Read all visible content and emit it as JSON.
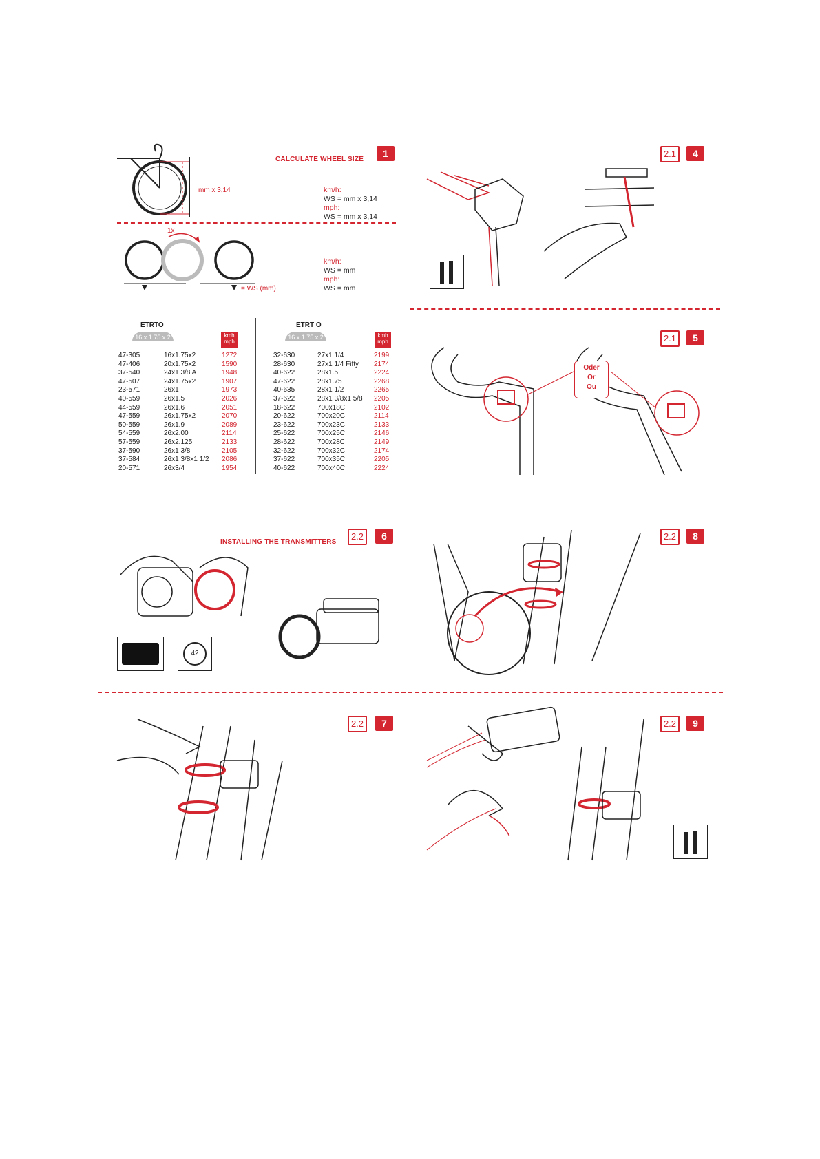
{
  "section1": {
    "badge": "1",
    "title": "CALCULATE WHEEL SIZE",
    "measure_label": "mm x 3,14",
    "rotation_label": "1x",
    "ws_label": "= WS (mm)",
    "block1": {
      "kmh": "km/h:",
      "kmh_formula": "WS = mm x 3,14",
      "mph": "mph:",
      "mph_formula": "WS = mm x 3,14"
    },
    "block2": {
      "kmh": "km/h:",
      "kmh_formula": "WS = mm",
      "mph": "mph:",
      "mph_formula": "WS = mm"
    }
  },
  "etrto_left": {
    "header": "ETRTO",
    "scale": "16 x 1.75 x 2",
    "unit_top": "kmh",
    "unit_bottom": "mph",
    "rows": [
      [
        "47-305",
        "16x1.75x2",
        "1272"
      ],
      [
        "47-406",
        "20x1.75x2",
        "1590"
      ],
      [
        "37-540",
        "24x1 3/8 A",
        "1948"
      ],
      [
        "47-507",
        "24x1.75x2",
        "1907"
      ],
      [
        "23-571",
        "26x1",
        "1973"
      ],
      [
        "40-559",
        "26x1.5",
        "2026"
      ],
      [
        "44-559",
        "26x1.6",
        "2051"
      ],
      [
        "47-559",
        "26x1.75x2",
        "2070"
      ],
      [
        "50-559",
        "26x1.9",
        "2089"
      ],
      [
        "54-559",
        "26x2.00",
        "2114"
      ],
      [
        "57-559",
        "26x2.125",
        "2133"
      ],
      [
        "37-590",
        "26x1 3/8",
        "2105"
      ],
      [
        "37-584",
        "26x1 3/8x1 1/2",
        "2086"
      ],
      [
        "20-571",
        "26x3/4",
        "1954"
      ]
    ]
  },
  "etrto_right": {
    "header": "ETRT O",
    "scale": "16 x 1.75 x 2",
    "unit_top": "kmh",
    "unit_bottom": "mph",
    "rows": [
      [
        "32-630",
        "27x1 1/4",
        "2199"
      ],
      [
        "28-630",
        "27x1 1/4 Fifty",
        "2174"
      ],
      [
        "40-622",
        "28x1.5",
        "2224"
      ],
      [
        "47-622",
        "28x1.75",
        "2268"
      ],
      [
        "40-635",
        "28x1 1/2",
        "2265"
      ],
      [
        "37-622",
        "28x1 3/8x1 5/8",
        "2205"
      ],
      [
        "18-622",
        "700x18C",
        "2102"
      ],
      [
        "20-622",
        "700x20C",
        "2114"
      ],
      [
        "23-622",
        "700x23C",
        "2133"
      ],
      [
        "25-622",
        "700x25C",
        "2146"
      ],
      [
        "28-622",
        "700x28C",
        "2149"
      ],
      [
        "32-622",
        "700x32C",
        "2174"
      ],
      [
        "37-622",
        "700x35C",
        "2205"
      ],
      [
        "40-622",
        "700x40C",
        "2224"
      ]
    ]
  },
  "section4": {
    "badge_section": "2.1",
    "badge": "4"
  },
  "section5": {
    "badge_section": "2.1",
    "badge": "5",
    "oder": "Oder",
    "or": "Or",
    "ou": "Ou"
  },
  "section6": {
    "badge_section": "2.2",
    "badge": "6",
    "title": "INSTALLING THE TRANSMITTERS",
    "ring_label": "42"
  },
  "section8": {
    "badge_section": "2.2",
    "badge": "8"
  },
  "section7": {
    "badge_section": "2.2",
    "badge": "7"
  },
  "section9": {
    "badge_section": "2.2",
    "badge": "9"
  },
  "colors": {
    "accent": "#d32630",
    "line": "#222222"
  }
}
